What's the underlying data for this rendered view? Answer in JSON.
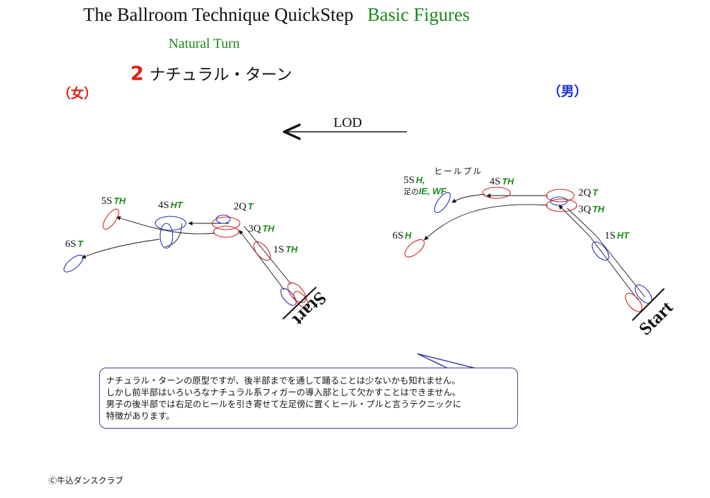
{
  "header": {
    "title_main": "The Ballroom Technique  QuickStep",
    "title_category": "Basic Figures",
    "subtitle_en": "Natural Turn",
    "figure_number": "2",
    "subtitle_jp": "ナチュラル・ターン"
  },
  "labels": {
    "lady": "（女）",
    "man": "（男）",
    "lod": "LOD",
    "heel_pull": "ヒールプル",
    "start": "Start"
  },
  "lady_steps": [
    {
      "count": "1S",
      "tech": "TH"
    },
    {
      "count": "2Q",
      "tech": "T"
    },
    {
      "count": "3Q",
      "tech": "TH"
    },
    {
      "count": "4S",
      "tech": "HT"
    },
    {
      "count": "5S",
      "tech": "TH"
    },
    {
      "count": "6S",
      "tech": "T"
    }
  ],
  "man_steps": [
    {
      "count": "1S",
      "tech": "HT"
    },
    {
      "count": "2Q",
      "tech": "T"
    },
    {
      "count": "3Q",
      "tech": "TH"
    },
    {
      "count": "4S",
      "tech": "TH"
    },
    {
      "count": "5S",
      "tech": "H,"
    },
    {
      "count": "6S",
      "tech": "H"
    }
  ],
  "man_step5_note": {
    "prefix": "足の",
    "tech": "IE, WF"
  },
  "note": {
    "lines": [
      "ナチュラル・ターンの原型ですが、後半部までを通して踊ることは少ないかも知れません。",
      "しかし前半部はいろいろなナチュラル系フィガーの導入部として欠かすことはできません。",
      "男子の後半部では右足のヒールを引き寄せて左足傍に置くヒール・プルと言うテクニックに",
      "特徴があります。"
    ]
  },
  "footer": {
    "copyright": "Ⓒ牛込ダンスクラブ"
  },
  "colors": {
    "lady_foot": "#d22020",
    "man_foot": "#2030c0",
    "tech_green": "#1a8a1a",
    "box_border": "#3a3aa0"
  }
}
